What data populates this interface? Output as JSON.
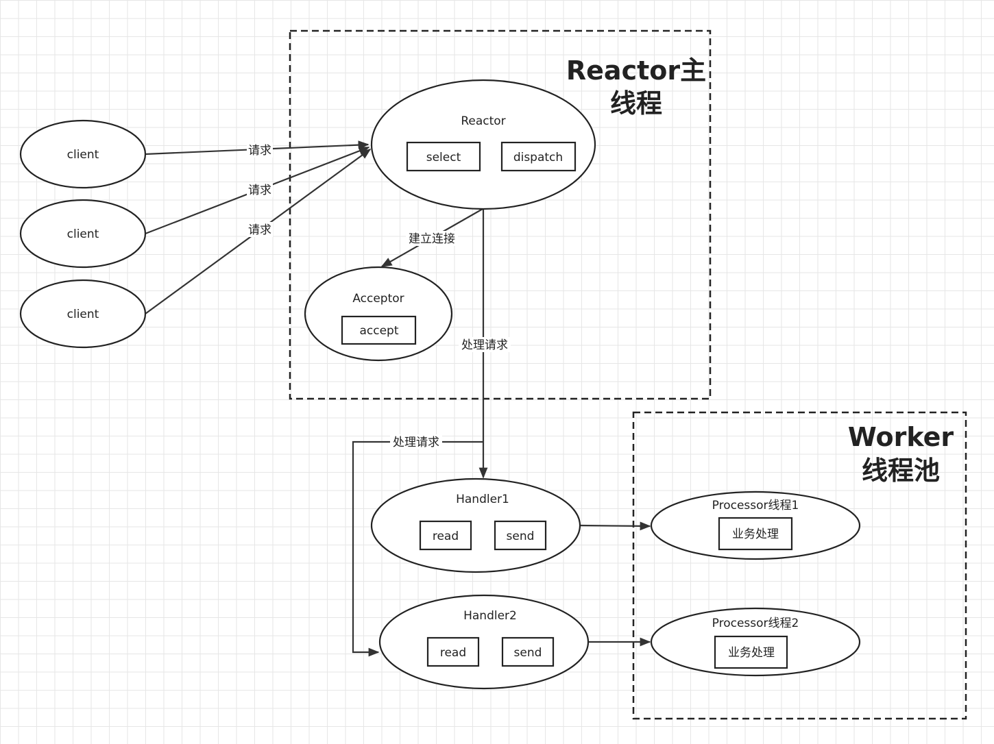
{
  "groups": {
    "main": {
      "title_line1": "Reactor主",
      "title_line2": "线程"
    },
    "worker": {
      "title_line1": "Worker",
      "title_line2": "线程池"
    }
  },
  "nodes": {
    "client1": "client",
    "client2": "client",
    "client3": "client",
    "reactor": {
      "label": "Reactor",
      "select": "select",
      "dispatch": "dispatch"
    },
    "acceptor": {
      "label": "Acceptor",
      "accept": "accept"
    },
    "handler1": {
      "label": "Handler1",
      "read": "read",
      "send": "send"
    },
    "handler2": {
      "label": "Handler2",
      "read": "read",
      "send": "send"
    },
    "processor1": {
      "label": "Processor线程1",
      "task": "业务处理"
    },
    "processor2": {
      "label": "Processor线程2",
      "task": "业务处理"
    }
  },
  "edges": {
    "request1": "请求",
    "request2": "请求",
    "request3": "请求",
    "connect": "建立连接",
    "process_main": "处理请求",
    "process_branch": "处理请求"
  },
  "colors": {
    "stroke": "#222222",
    "grid": "#e6e6e6",
    "background": "#ffffff"
  }
}
